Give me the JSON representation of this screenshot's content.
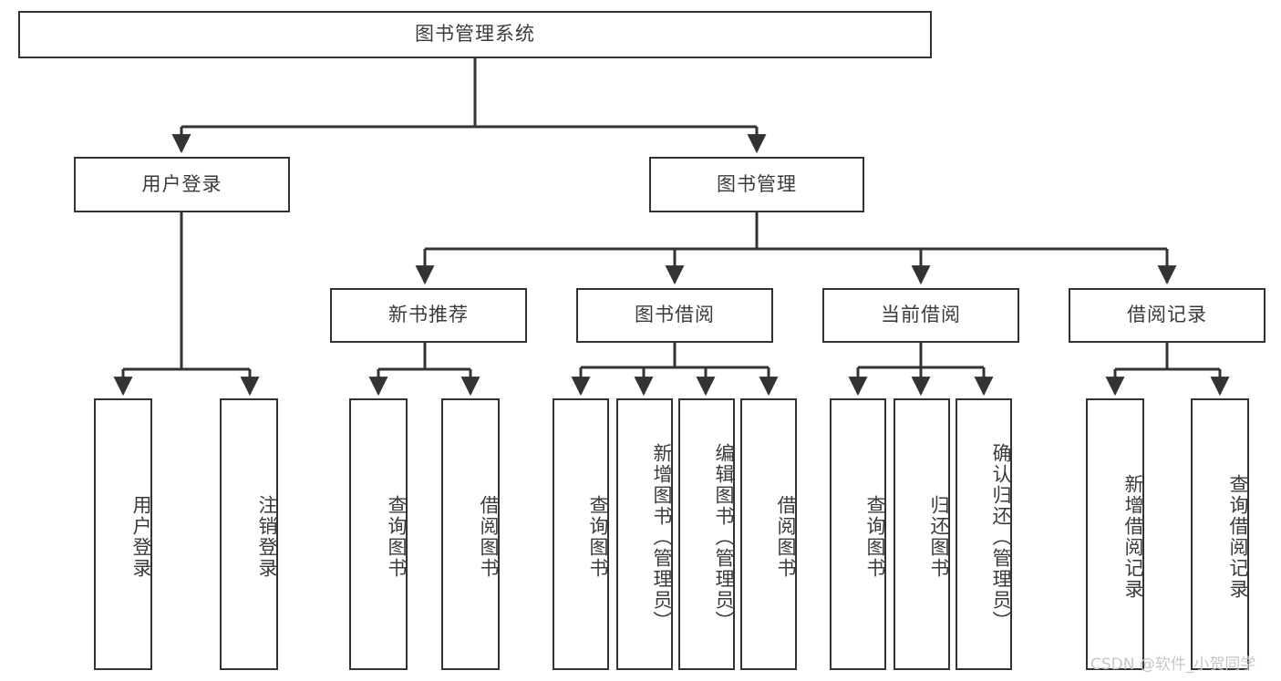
{
  "diagram": {
    "title": "图书管理系统",
    "watermark": "CSDN @软件_小贺同学",
    "accent_color": "#333333",
    "box_fill": "#ffffff",
    "text_color": "#3b3b3b",
    "nodes": {
      "root": {
        "label": "图书管理系统",
        "level": 1
      },
      "l2_1": {
        "label": "用户登录",
        "level": 2
      },
      "l2_2": {
        "label": "图书管理",
        "level": 2
      },
      "l3_1": {
        "label": "新书推荐",
        "level": 3
      },
      "l3_2": {
        "label": "图书借阅",
        "level": 3
      },
      "l3_3": {
        "label": "当前借阅",
        "level": 3
      },
      "l3_4": {
        "label": "借阅记录",
        "level": 3
      },
      "leaf_1": {
        "label": "用户登录",
        "level": 4
      },
      "leaf_2": {
        "label": "注销登录",
        "level": 4
      },
      "leaf_3": {
        "label": "查询图书",
        "level": 4
      },
      "leaf_4": {
        "label": "借阅图书",
        "level": 4
      },
      "leaf_5": {
        "label": "查询图书",
        "level": 4
      },
      "leaf_6": {
        "label": "新增图书（管理员）",
        "level": 4
      },
      "leaf_7": {
        "label": "编辑图书（管理员）",
        "level": 4
      },
      "leaf_8": {
        "label": "借阅图书",
        "level": 4
      },
      "leaf_9": {
        "label": "查询图书",
        "level": 4
      },
      "leaf_10": {
        "label": "归还图书",
        "level": 4
      },
      "leaf_11": {
        "label": "确认归还（管理员）",
        "level": 4
      },
      "leaf_12": {
        "label": "新增借阅记录",
        "level": 4
      },
      "leaf_13": {
        "label": "查询借阅记录",
        "level": 4
      }
    },
    "hierarchy": [
      {
        "parent": "root",
        "children": [
          "l2_1",
          "l2_2"
        ]
      },
      {
        "parent": "l2_1",
        "children": [
          "leaf_1",
          "leaf_2"
        ]
      },
      {
        "parent": "l2_2",
        "children": [
          "l3_1",
          "l3_2",
          "l3_3",
          "l3_4"
        ]
      },
      {
        "parent": "l3_1",
        "children": [
          "leaf_3",
          "leaf_4"
        ]
      },
      {
        "parent": "l3_2",
        "children": [
          "leaf_5",
          "leaf_6",
          "leaf_7",
          "leaf_8"
        ]
      },
      {
        "parent": "l3_3",
        "children": [
          "leaf_9",
          "leaf_10",
          "leaf_11"
        ]
      },
      {
        "parent": "l3_4",
        "children": [
          "leaf_12",
          "leaf_13"
        ]
      }
    ]
  }
}
